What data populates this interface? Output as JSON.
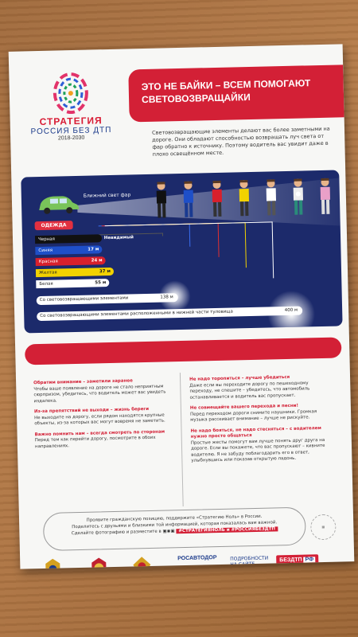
{
  "logo": {
    "line1": "СТРАТЕГИЯ",
    "line2": "РОССИЯ БЕЗ ДТП",
    "years": "2018-2030"
  },
  "banner": {
    "line1": "ЭТО НЕ БАЙКИ – ВСЕМ ПОМОГАЮТ",
    "line2": "СВЕТОВОЗВРАЩАЙКИ"
  },
  "intro": "Световозвращающие элементы делают вас более заметными на дороге. Они обладают способностью возвращать луч света от фар обратно к источнику. Поэтому водитель вас увидит даже в плохо освещённом месте.",
  "infographic": {
    "beam_label": "Ближний свет фар",
    "clothing_header": "ОДЕЖДА",
    "rows": [
      {
        "label": "Черная",
        "distance": "Невидимый",
        "color": "#111111",
        "text": "#ffffff"
      },
      {
        "label": "Синяя",
        "distance": "17 м",
        "color": "#1e4fc8",
        "text": "#ffffff"
      },
      {
        "label": "Красная",
        "distance": "24 м",
        "color": "#d8202c",
        "text": "#ffffff"
      },
      {
        "label": "Желтая",
        "distance": "37 м",
        "color": "#f2d200",
        "text": "#222222"
      },
      {
        "label": "Белая",
        "distance": "55 м",
        "color": "#ffffff",
        "text": "#222222"
      }
    ],
    "reflector1": {
      "label": "Со световозвращающими элементами",
      "distance": "138 м"
    },
    "reflector2": {
      "label": "Со световозвращающими элементами расположенными в нижней части туловища",
      "distance": "400 м"
    }
  },
  "tips_left": [
    {
      "heading": "Обратим внимание – заметили заранее",
      "text": "Чтобы ваше появление на дороге не стало неприятным сюрпризом, убедитесь, что водитель может вас увидеть издалека."
    },
    {
      "heading": "Из-за препятствий не выходи – жизнь береги",
      "text": "Не выходите на дорогу, если рядом находятся крупные объекты, из-за которых вас могут вовремя не заметить."
    },
    {
      "heading": "Важно помнить нам – всегда смотреть по сторонам",
      "text": "Перед тем как перейти дорогу, посмотрите в обоих направлениях."
    }
  ],
  "tips_right": [
    {
      "heading": "Не надо торопиться – лучше убедиться",
      "text": "Даже если вы переходите дорогу по пешеходному переходу, не спешите – убедитесь, что автомобиль останавливается и водитель вас пропускает."
    },
    {
      "heading": "Не совмещайте вашего перехода и песни!",
      "text": "Перед переходом дороги снимите наушники. Громкая музыка рассеивает внимание – лучше не рискуйте."
    },
    {
      "heading": "Не надо бояться, не надо стесняться – с водителем нужно просто общаться",
      "text": "Простые жесты помогут вам лучше понять друг друга на дороге. Если вы покажете, что вас пропускают – кивните водителю. Я не забуду поблагодарить его в ответ, улыбнувшись или показав открытую ладонь."
    }
  ],
  "cta": {
    "line1": "Проявите гражданскую позицию, поддержите «Стратегию Ноль» в России.",
    "line2": "Поделитесь с друзьями и близкими той информацией, которая показалась вам важной.",
    "line3": "Сделайте фотографию и разместите в",
    "hashtags": "#СТРАТЕГИЯНОЛЬ и #РОССИЯБЕЗДТП"
  },
  "footer": {
    "agency": "РОСАВТОДОР",
    "info_line1": "ПОДРОБНОСТИ",
    "info_line2": "НА САЙТЕ",
    "site_main": "БЕЗДТП",
    "site_tld": "РФ"
  },
  "colors": {
    "brand_red": "#d32036",
    "brand_blue": "#1c2a6b"
  }
}
